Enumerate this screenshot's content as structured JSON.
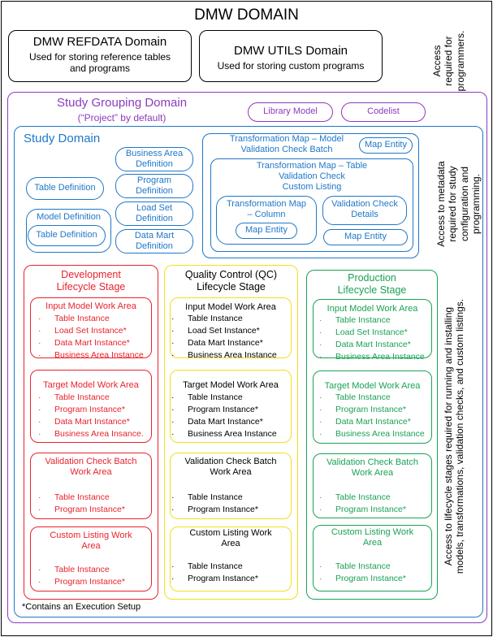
{
  "title": "DMW DOMAIN",
  "access_programmers": "Access\nrequired for\nprogrammers.",
  "refdata": {
    "title": "DMW REFDATA Domain",
    "desc": "Used for storing reference tables\nand programs"
  },
  "utils": {
    "title": "DMW UTILS Domain",
    "desc": "Used for storing custom programs"
  },
  "study_grouping": {
    "title": "Study Grouping Domain",
    "subtitle": "(“Project” by default)",
    "library_model": "Library Model",
    "codelist": "Codelist"
  },
  "study_domain": {
    "title": "Study Domain",
    "table_definition": "Table Definition",
    "model_definition": "Model Definition",
    "model_table_definition": "Table Definition",
    "business_area_definition": "Business Area\nDefinition",
    "program_definition": "Program\nDefinition",
    "load_set_definition": "Load Set\nDefinition",
    "data_mart_definition": "Data Mart\nDefinition",
    "tm_model": "Transformation Map – Model\nValidation Check Batch",
    "map_entity_top": "Map Entity",
    "tm_table": "Transformation Map – Table\nValidation Check\nCustom Listing",
    "tm_column": "Transformation Map\n– Column",
    "map_entity_column": "Map Entity",
    "vc_details": "Validation Check\nDetails",
    "map_entity_details": "Map Entity",
    "access_metadata": "Access to metadata\nrequired for study\nconfiguration and\nprogramming."
  },
  "lifecycle_access": "Access to lifecycle stages required for running and installing\nmodels, transformations, validation checks, and custom listings.",
  "footnote": "*Contains an Execution Setup",
  "stages": [
    {
      "title": "Development\nLifecycle Stage",
      "input": {
        "title": "Input Model Work Area",
        "items": [
          "Table Instance",
          "Load Set Instance*",
          "Data Mart Instance*",
          "Business Area Instance"
        ]
      },
      "target": {
        "title": "Target Model Work Area",
        "items": [
          "Table Instance",
          "Program Instance*",
          "Data Mart Instance*",
          "Business Area Insance."
        ]
      },
      "vcb": {
        "title": "Validation Check Batch\nWork Area",
        "items": [
          "Table Instance",
          "Program Instance*"
        ]
      },
      "cl": {
        "title": "Custom Listing Work\nArea",
        "items": [
          "Table Instance",
          "Program Instance*"
        ]
      }
    },
    {
      "title": "Quality Control (QC)\nLifecycle Stage",
      "input": {
        "title": "Input Model Work Area",
        "items": [
          "Table Instance",
          "Load Set Instance*",
          "Data Mart Instance*",
          "Business Area Instance"
        ]
      },
      "target": {
        "title": "Target Model Work Area",
        "items": [
          "Table Instance",
          "Program Instance*",
          "Data Mart Instance*",
          "Business Area Instance"
        ]
      },
      "vcb": {
        "title": "Validation Check Batch\nWork Area",
        "items": [
          "Table Instance",
          "Program Instance*"
        ]
      },
      "cl": {
        "title": "Custom Listing Work\nArea",
        "items": [
          "Table Instance",
          "Program Instance*"
        ]
      }
    },
    {
      "title": "Production\nLifecycle Stage",
      "input": {
        "title": "Input Model Work Area",
        "items": [
          "Table Instance",
          "Load Set Instance*",
          "Data Mart Instance*",
          "Business Area Instance"
        ]
      },
      "target": {
        "title": "Target Model Work Area",
        "items": [
          "Table Instance",
          "Program Instance*",
          "Data Mart Instance*",
          "Business Area Instance"
        ]
      },
      "vcb": {
        "title": "Validation Check Batch\nWork Area",
        "items": [
          "Table Instance",
          "Program Instance*"
        ]
      },
      "cl": {
        "title": "Custom Listing Work\nArea",
        "items": [
          "Table Instance",
          "Program Instance*"
        ]
      }
    }
  ],
  "colors": {
    "study_grouping": "#8b3bbf",
    "study_domain": "#1f77c8",
    "development": "#e8232c",
    "qc": "#f2e01a",
    "production": "#1aa155"
  }
}
